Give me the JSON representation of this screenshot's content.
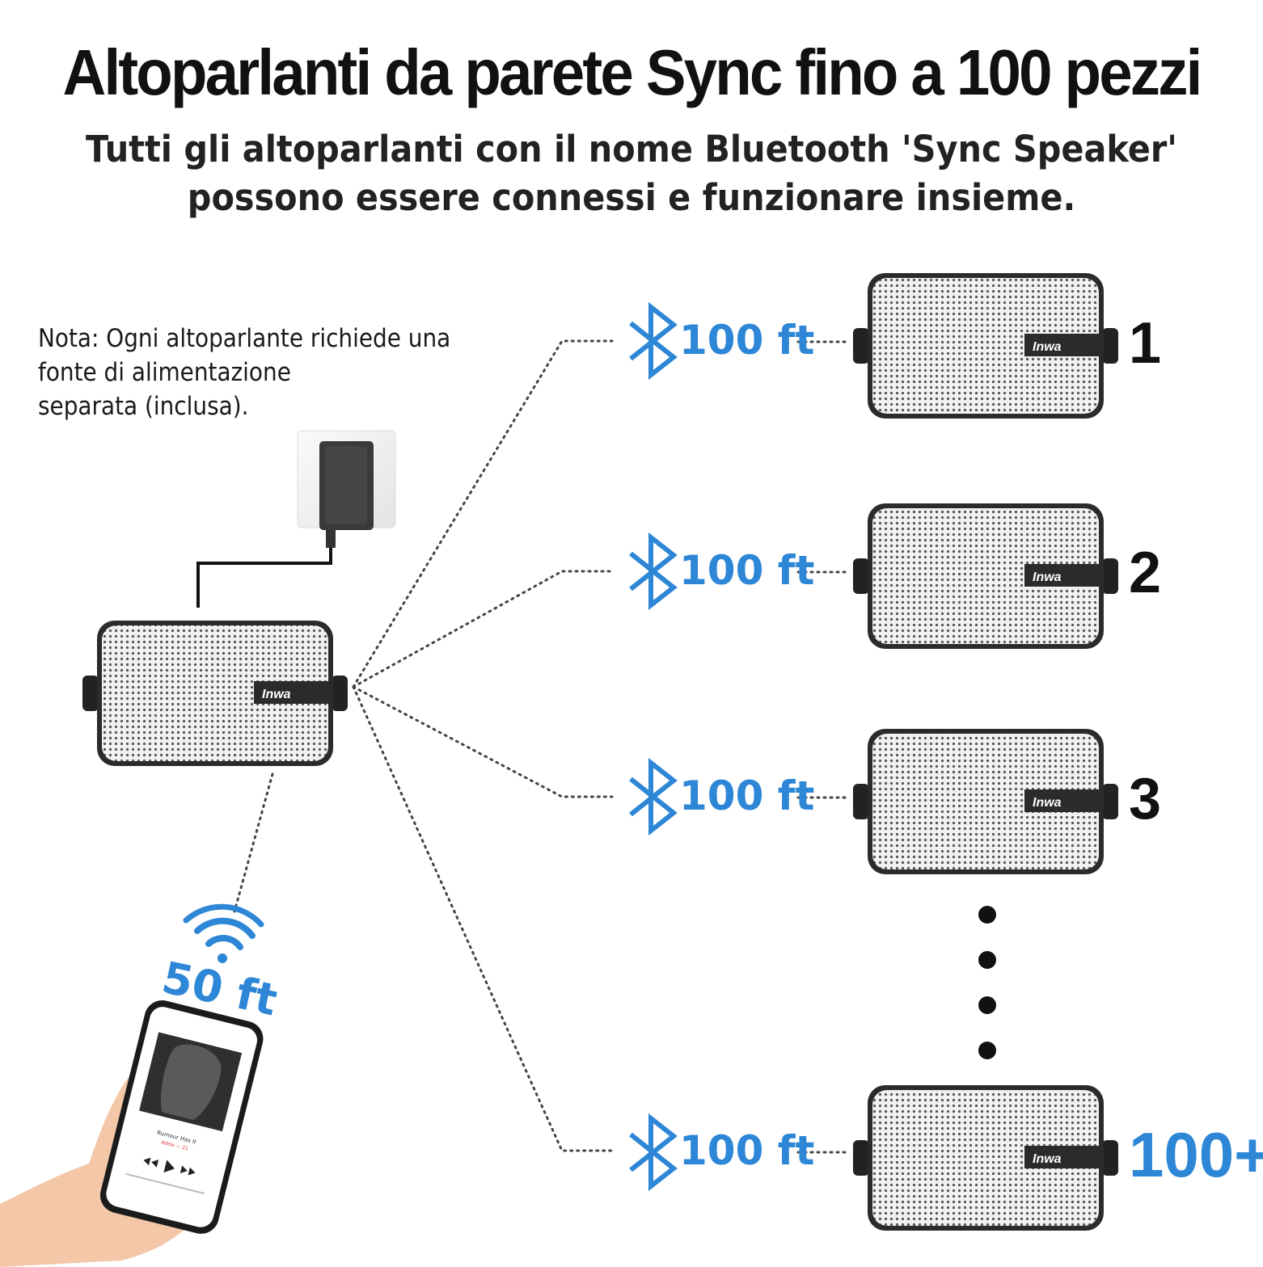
{
  "header": {
    "title": "Altoparlanti da parete Sync fino a 100 pezzi",
    "subtitle_line1": "Tutti gli altoparlanti con il nome Bluetooth 'Sync Speaker'",
    "subtitle_line2": "possono essere connessi e funzionare insieme."
  },
  "note": {
    "line1": "Nota: Ogni altoparlante richiede una",
    "line2": "fonte di alimentazione",
    "line3": "separata (inclusa)."
  },
  "brand": "Inwa",
  "phone": {
    "range": "50 ft",
    "song": "Rumour Has It",
    "artist": "Adele — 21"
  },
  "links": [
    {
      "range": "100 ft",
      "label": "1"
    },
    {
      "range": "100 ft",
      "label": "2"
    },
    {
      "range": "100 ft",
      "label": "3"
    },
    {
      "range": "100 ft",
      "label": "100+"
    }
  ],
  "colors": {
    "accent": "#2d86d6",
    "speaker_frame": "#2b2b2b",
    "grille": "#ececec"
  }
}
